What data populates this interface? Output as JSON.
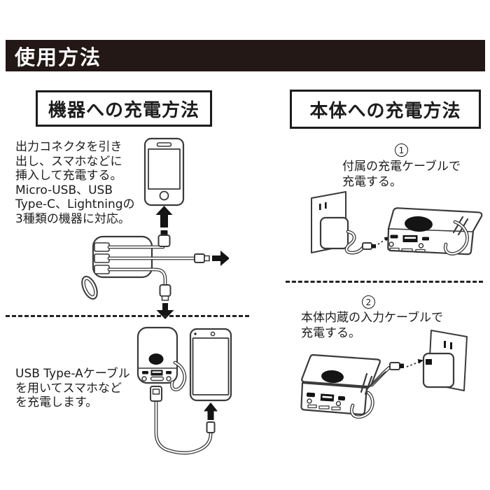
{
  "banner": {
    "title": "使用方法"
  },
  "left_section": {
    "title": "機器への充電方法",
    "instruction1": {
      "lines": [
        "出力コネクタを引き",
        "出し、スマホなどに",
        "挿入して充電する。",
        "Micro-USB、USB",
        "Type-C、Lightningの",
        "3種類の機器に対応。"
      ]
    },
    "instruction2": {
      "lines": [
        "USB Type-Aケーブル",
        "を用いてスマホなど",
        "を充電します。"
      ]
    }
  },
  "right_section": {
    "title": "本体への充電方法",
    "step1": {
      "number": "1",
      "lines": [
        "付属の充電ケーブルで",
        "充電する。"
      ]
    },
    "step2": {
      "number": "2",
      "lines": [
        "本体内蔵の入力ケーブルで",
        "充電する。"
      ]
    }
  },
  "illustrations": {
    "left_top": [
      "smartphone-icon",
      "up-arrow-icon",
      "output-connector-icon",
      "multi-cable-power-bank-icon",
      "right-arrow-icon",
      "down-arrow-icon",
      "strap-icon"
    ],
    "left_bottom": [
      "power-bank-front-icon",
      "usb-type-a-plug-icon",
      "usb-cable-icon",
      "up-arrow-icon",
      "smartphone-icon"
    ],
    "right_top": [
      "wall-outlet-icon",
      "ac-adapter-icon",
      "usb-cable-icon",
      "dotted-arrow-icon",
      "power-bank-icon"
    ],
    "right_bottom": [
      "power-bank-icon",
      "built-in-cable-icon",
      "dotted-arrow-icon",
      "ac-adapter-icon",
      "wall-outlet-icon"
    ]
  },
  "colors": {
    "banner_bg": "#231815",
    "banner_fg": "#ffffff",
    "line_art": "#3a3a3a",
    "text": "#1c1c1c",
    "arrow": "#141414",
    "divider": "#242424"
  }
}
